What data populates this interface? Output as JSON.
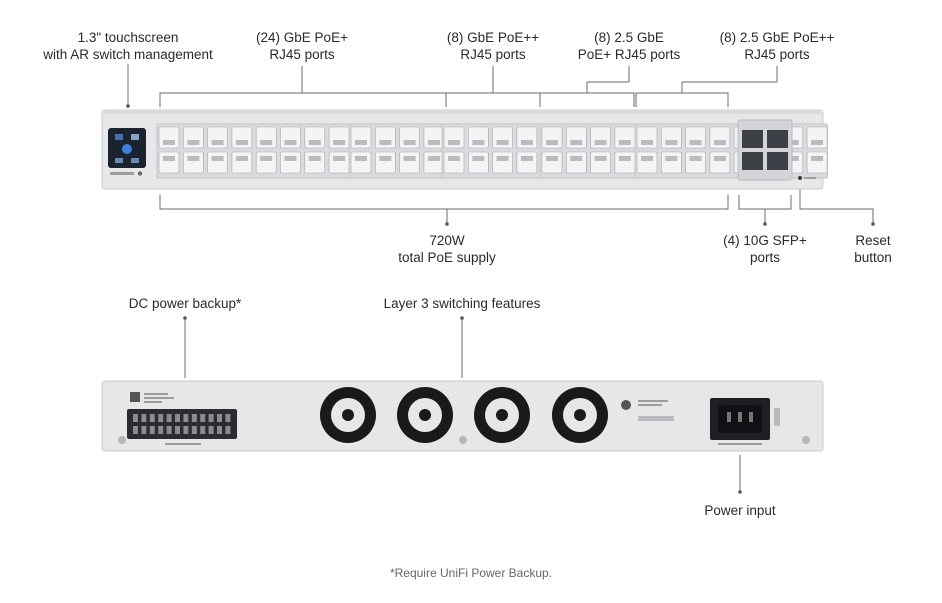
{
  "labels": {
    "touchscreen": [
      "1.3\" touchscreen",
      "with AR switch management"
    ],
    "gbe_poe_plus": [
      "(24) GbE PoE+",
      "RJ45 ports"
    ],
    "gbe_poe_plusplus": [
      "(8) GbE PoE++",
      "RJ45 ports"
    ],
    "g25_poe_plus": [
      "(8) 2.5 GbE",
      "PoE+ RJ45 ports"
    ],
    "g25_poe_plusplus": [
      "(8) 2.5 GbE PoE++",
      "RJ45 ports"
    ],
    "total_poe": [
      "720W",
      "total PoE supply"
    ],
    "sfp_ports": [
      "(4) 10G SFP+",
      "ports"
    ],
    "reset_button": [
      "Reset",
      "button"
    ],
    "dc_backup": "DC power backup*",
    "layer3": "Layer 3 switching features",
    "power_input": "Power input"
  },
  "footnote": "*Require UniFi Power Backup.",
  "colors": {
    "chassis": "#e6e7e9",
    "port": "#cfd1d4",
    "line": "#6b6b6b",
    "screen": "#1b2230",
    "fan": "#1a1a1a"
  },
  "icons": {
    "ubiquiti_logo": "u-logo-icon",
    "qr": "qr-code-icon"
  }
}
